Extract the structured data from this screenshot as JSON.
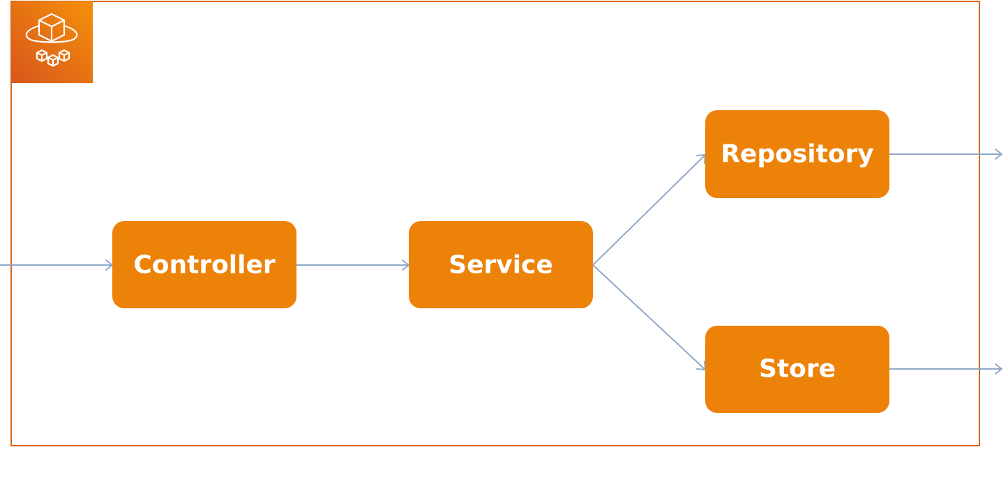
{
  "colors": {
    "frame_border": "#D86613",
    "node_fill": "#ED8209",
    "node_text": "#FFFFFF",
    "arrow": "#8FA8C8",
    "icon_gradient_start": "#F5900A",
    "icon_gradient_end": "#D6561C"
  },
  "group": {
    "icon": "aws-service-cubes-icon"
  },
  "nodes": {
    "controller": {
      "label": "Controller"
    },
    "service": {
      "label": "Service"
    },
    "repository": {
      "label": "Repository"
    },
    "store": {
      "label": "Store"
    }
  }
}
